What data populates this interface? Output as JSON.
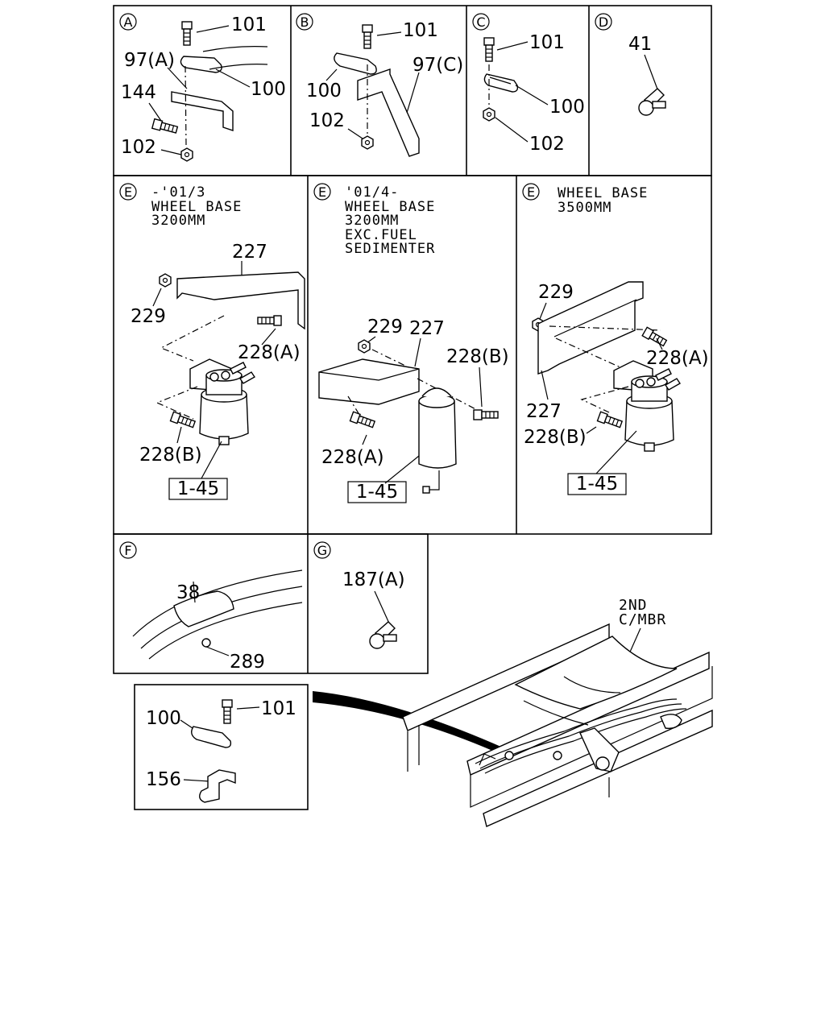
{
  "panels": {
    "A": {
      "letter": "A",
      "labels": {
        "p101": "101",
        "p97": "97(A)",
        "p100": "100",
        "p144": "144",
        "p102": "102"
      }
    },
    "B": {
      "letter": "B",
      "labels": {
        "p101": "101",
        "p97": "97(C)",
        "p100": "100",
        "p102": "102"
      }
    },
    "C": {
      "letter": "C",
      "labels": {
        "p101": "101",
        "p100": "100",
        "p102": "102"
      }
    },
    "D": {
      "letter": "D",
      "labels": {
        "p41": "41"
      }
    },
    "E1": {
      "letter": "E",
      "note": [
        "-'01/3",
        "WHEEL BASE",
        "3200MM"
      ],
      "labels": {
        "p227": "227",
        "p229": "229",
        "p228a": "228(A)",
        "p228b": "228(B)",
        "ref": "1-45"
      }
    },
    "E2": {
      "letter": "E",
      "note": [
        "'01/4-",
        "WHEEL BASE",
        "3200MM",
        "EXC.FUEL",
        "SEDIMENTER"
      ],
      "labels": {
        "p229": "229",
        "p227": "227",
        "p228b": "228(B)",
        "p228a": "228(A)",
        "ref": "1-45"
      }
    },
    "E3": {
      "letter": "E",
      "note": [
        "WHEEL BASE",
        "3500MM"
      ],
      "labels": {
        "p229": "229",
        "p228a": "228(A)",
        "p227": "227",
        "p228b": "228(B)",
        "ref": "1-45"
      }
    },
    "F": {
      "letter": "F",
      "labels": {
        "p38": "38",
        "p289": "289"
      }
    },
    "G": {
      "letter": "G",
      "labels": {
        "p187": "187(A)"
      }
    },
    "detail": {
      "labels": {
        "p100": "100",
        "p101": "101",
        "p156": "156"
      }
    },
    "frame": {
      "label_line1": "2ND",
      "label_line2": "C/MBR"
    }
  }
}
